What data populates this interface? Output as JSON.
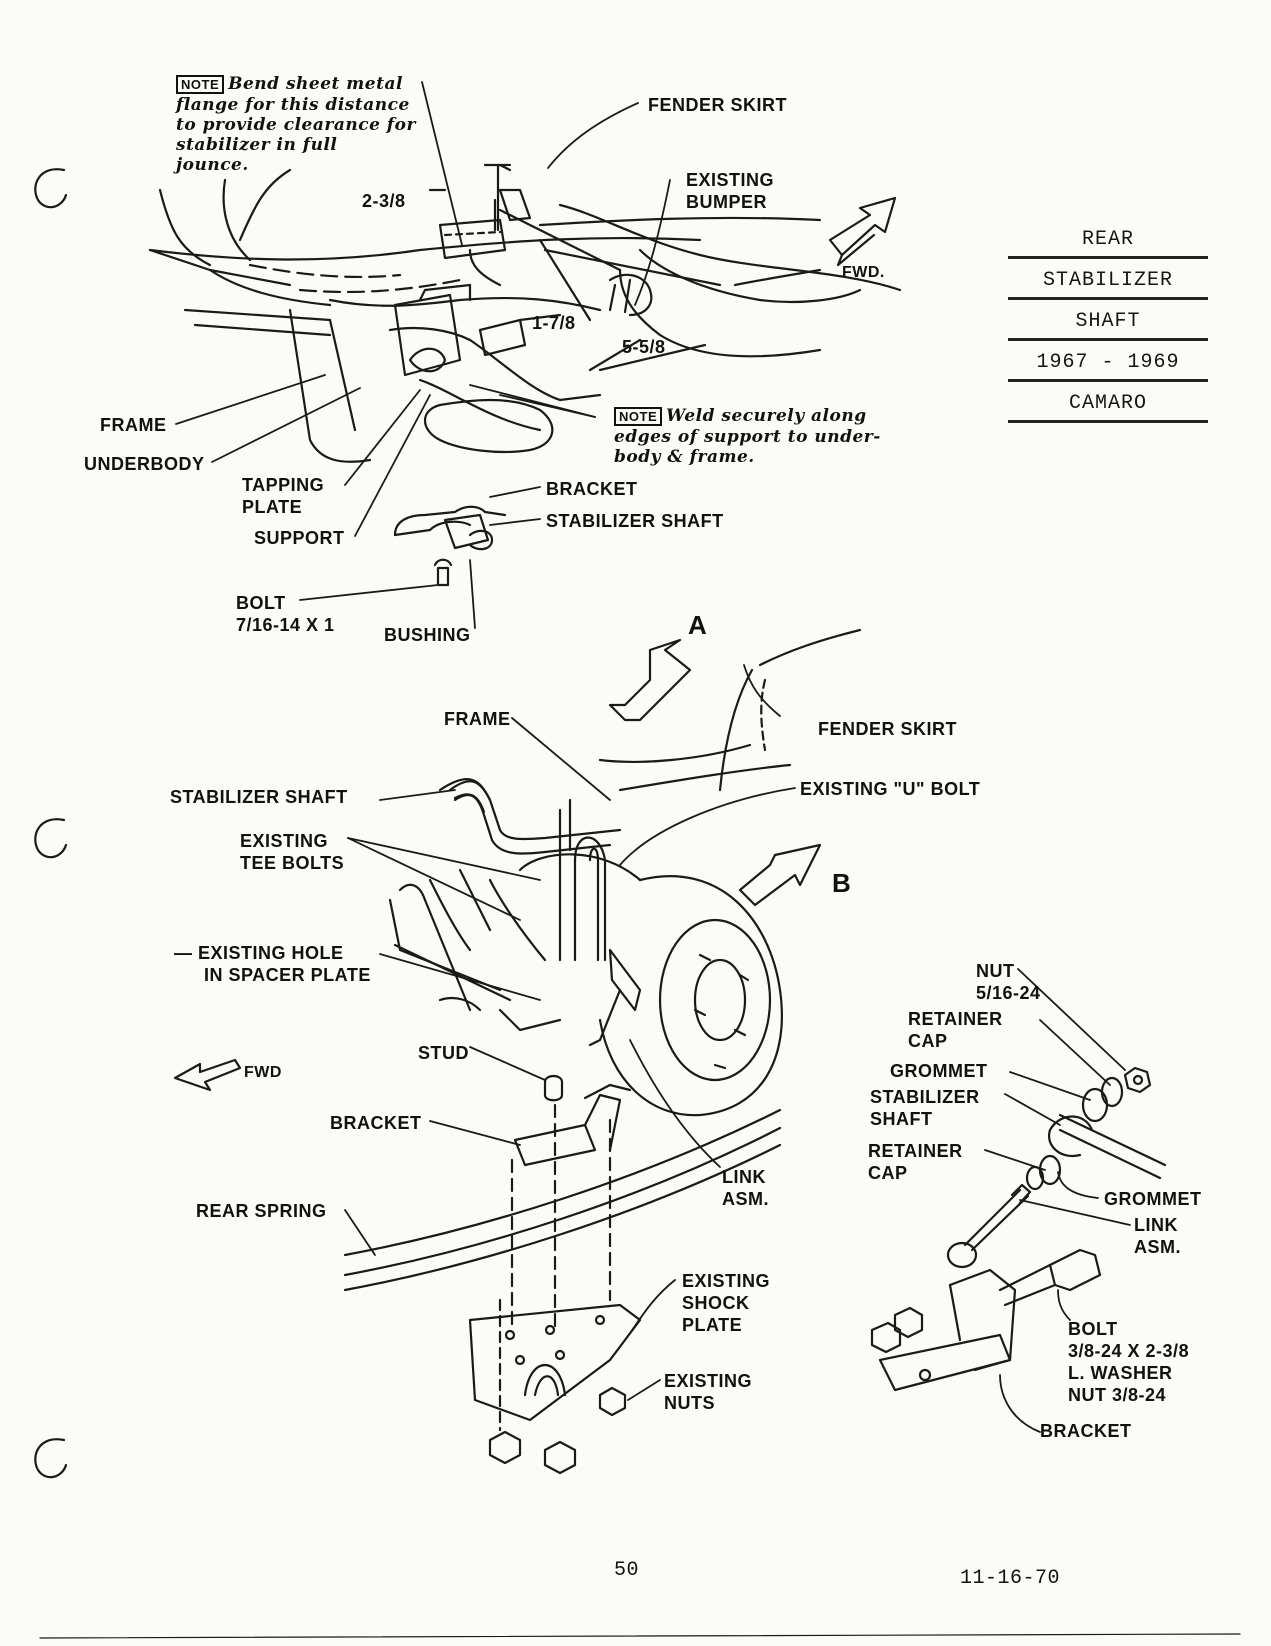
{
  "title_block": {
    "line1": "REAR",
    "line2": "STABILIZER",
    "line3": "SHAFT",
    "line4": "1967 - 1969",
    "line5": "CAMARO"
  },
  "notes": {
    "box_label": "NOTE",
    "note1_lines": [
      "Bend sheet metal",
      "flange for this distance",
      "to provide clearance for",
      "stabilizer in full",
      "jounce."
    ],
    "note2_lines": [
      "Weld securely along",
      "edges of support to under-",
      "body & frame."
    ]
  },
  "top_view": {
    "fender_skirt": "FENDER SKIRT",
    "existing_bumper_1": "EXISTING",
    "existing_bumper_2": "BUMPER",
    "fwd": "FWD.",
    "dim_2_3_8": "2-3/8",
    "dim_1_7_8": "1-7/8",
    "dim_5_5_8": "5-5/8",
    "frame": "FRAME",
    "underbody": "UNDERBODY",
    "tapping_plate_1": "TAPPING",
    "tapping_plate_2": "PLATE",
    "support": "SUPPORT",
    "bracket": "BRACKET",
    "stabilizer_shaft": "STABILIZER SHAFT",
    "bolt_1": "BOLT",
    "bolt_2": "7/16-14 X 1",
    "bushing": "BUSHING"
  },
  "lower_view": {
    "view_a": "A",
    "view_b": "B",
    "frame": "FRAME",
    "fender_skirt": "FENDER SKIRT",
    "stabilizer_shaft": "STABILIZER SHAFT",
    "existing_u_bolt": "EXISTING \"U\" BOLT",
    "existing_tee_1": "EXISTING",
    "existing_tee_2": "TEE BOLTS",
    "existing_hole_1": "EXISTING HOLE",
    "existing_hole_2": "IN SPACER PLATE",
    "fwd": "FWD",
    "stud": "STUD",
    "bracket": "BRACKET",
    "link_1": "LINK",
    "link_2": "ASM.",
    "rear_spring": "REAR SPRING",
    "shock_1": "EXISTING",
    "shock_2": "SHOCK",
    "shock_3": "PLATE",
    "nuts_1": "EXISTING",
    "nuts_2": "NUTS"
  },
  "detail_view": {
    "nut_1": "NUT",
    "nut_2": "5/16-24",
    "retainer_cap_top_1": "RETAINER",
    "retainer_cap_top_2": "CAP",
    "grommet_top": "GROMMET",
    "stab_shaft_1": "STABILIZER",
    "stab_shaft_2": "SHAFT",
    "retainer_cap_bot_1": "RETAINER",
    "retainer_cap_bot_2": "CAP",
    "grommet_bot": "GROMMET",
    "link_1": "LINK",
    "link_2": "ASM.",
    "bolt_1": "BOLT",
    "bolt_2": "3/8-24 X 2-3/8",
    "bolt_3": "L. WASHER",
    "bolt_4": "NUT 3/8-24",
    "bracket": "BRACKET"
  },
  "footer": {
    "page_number": "50",
    "date": "11-16-70"
  }
}
